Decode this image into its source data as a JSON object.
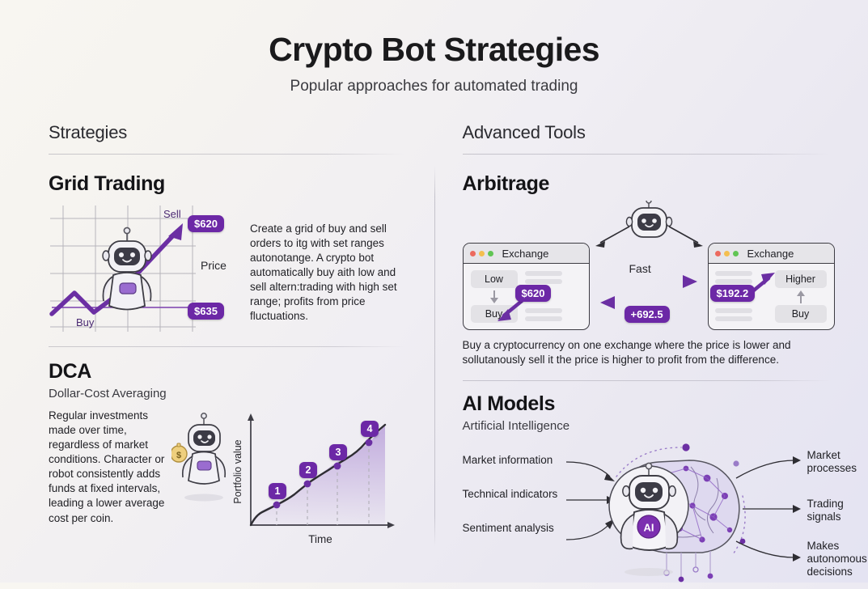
{
  "header": {
    "title": "Crypto Bot Strategies",
    "subtitle": "Popular approaches for automated trading"
  },
  "colors": {
    "accent_purple": "#6c28a6",
    "accent_purple_light": "#8b5cc7",
    "ink": "#1f1f24",
    "bg_start": "#f8f6f1",
    "bg_end": "#e4e3f2",
    "traffic_red": "#ec6a5e",
    "traffic_yellow": "#f4bf4f",
    "traffic_green": "#61c554"
  },
  "left_column": {
    "heading": "Strategies",
    "grid": {
      "title": "Grid Trading",
      "chart": {
        "sell_label": "Sell",
        "sell_price": "$620",
        "buy_label": "Buy",
        "buy_price": "$635",
        "axis_label": "Price"
      },
      "description": "Create a grid of buy and sell orders to itg with set ranges autonotange. A crypto bot automatically buy aith low and sell altern:trading with high set range; profits from price fluctuations."
    },
    "dca": {
      "title": "DCA",
      "subtitle": "Dollar-Cost Averaging",
      "description": "Regular investments made over time, regardless of market conditions. Character or robot consistently adds funds at fixed intervals, leading a lower average cost per coin.",
      "coin_symbol": "$"
    }
  },
  "right_column": {
    "heading": "Advanced Tools",
    "arbitrage": {
      "title": "Arbitrage",
      "left_exchange": {
        "window_title": "Exchange",
        "price_label": "Low",
        "action_label": "Buy",
        "badge": "$620"
      },
      "right_exchange": {
        "window_title": "Exchange",
        "price_label": "Higher",
        "action_label": "Buy",
        "badge": "$192.2"
      },
      "transfer_label": "Fast",
      "profit_badge": "+692.5",
      "description": "Buy a cryptocurrency on one exchange where the price is lower and sollutanously sell it the price is higher to profit from the difference."
    },
    "ai": {
      "title": "AI Models",
      "subtitle": "Artificial Intelligence",
      "badge_text": "AI",
      "inputs": [
        "Market information",
        "Technical indicators",
        "Sentiment analysis"
      ],
      "outputs": [
        "Market\nprocesses",
        "Trading\nsignals",
        "Makes\nautonomous\ndecisions"
      ],
      "outputs_lines": [
        [
          "Market",
          "processes"
        ],
        [
          "Trading",
          "signals"
        ],
        [
          "Makes",
          "autonomous",
          "decisions"
        ]
      ]
    }
  },
  "chart_data": [
    {
      "type": "line",
      "title": "Grid Trading price path",
      "xlabel": "",
      "ylabel": "Price",
      "grid": true,
      "annotations": [
        {
          "label": "Sell",
          "value": "$620",
          "position": "upper-right"
        },
        {
          "label": "Buy",
          "value": "$635",
          "position": "lower-left"
        }
      ],
      "x": [
        0,
        1,
        2,
        3,
        4
      ],
      "y": [
        18,
        46,
        14,
        55,
        86
      ]
    },
    {
      "type": "area",
      "title": "DCA portfolio growth",
      "xlabel": "Time",
      "ylabel": "Portfolio value",
      "grid": false,
      "point_labels": [
        "1",
        "2",
        "3",
        "4"
      ],
      "x": [
        0,
        1,
        2,
        3,
        4,
        5
      ],
      "y": [
        4,
        22,
        38,
        55,
        72,
        95
      ],
      "marker_x": [
        1.0,
        2.0,
        3.0,
        4.0
      ],
      "marker_y": [
        22,
        40,
        57,
        74
      ]
    }
  ]
}
